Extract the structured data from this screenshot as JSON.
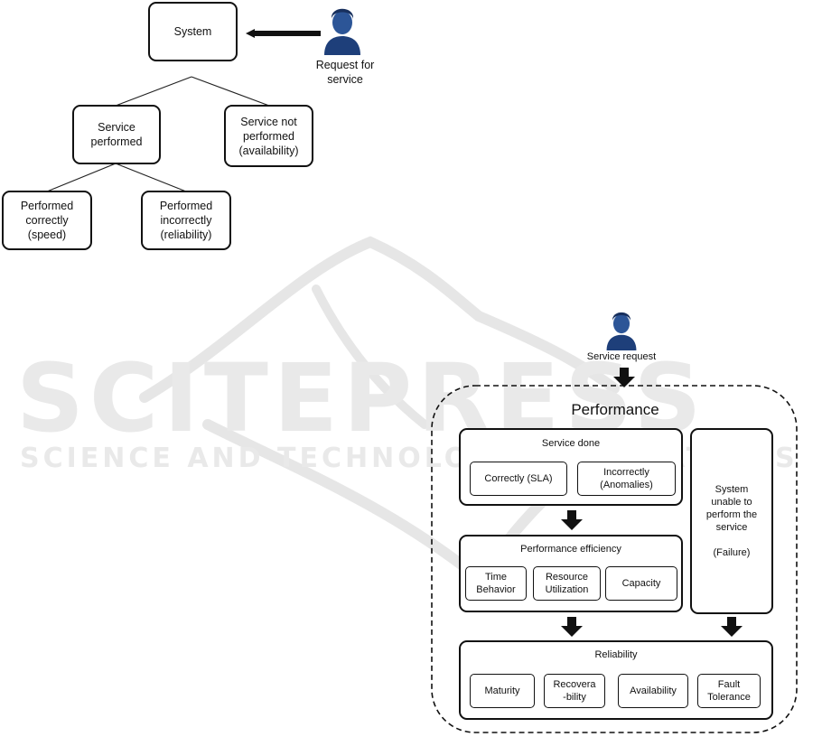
{
  "watermark": {
    "brand": "SCITEPRESS",
    "tagline": "SCIENCE AND TECHNOLOGY PUBLICATIONS"
  },
  "tree": {
    "system": "System",
    "request": "Request for\nservice",
    "service_performed": "Service\nperformed",
    "service_not_performed": "Service not\nperformed\n(availability)",
    "performed_correctly": "Performed\ncorrectly\n(speed)",
    "performed_incorrectly": "Performed\nincorrectly\n(reliability)"
  },
  "model": {
    "service_request": "Service request",
    "title": "Performance",
    "service_done": {
      "title": "Service done",
      "correctly": "Correctly (SLA)",
      "incorrectly": "Incorrectly\n(Anomalies)"
    },
    "failure_box": "System\nunable to\nperform the\nservice\n\n(Failure)",
    "efficiency": {
      "title": "Performance efficiency",
      "time_behavior": "Time\nBehavior",
      "resource_utilization": "Resource\nUtilization",
      "capacity": "Capacity"
    },
    "reliability": {
      "title": "Reliability",
      "maturity": "Maturity",
      "recoverability": "Recovera\n-bility",
      "availability": "Availability",
      "fault_tolerance": "Fault\nTolerance"
    }
  },
  "colors": {
    "user_icon": "#1e3f7a",
    "watermark": "#e9e9e9",
    "line": "#111111"
  }
}
